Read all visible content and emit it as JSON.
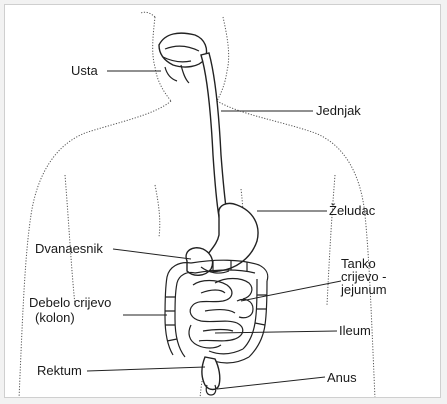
{
  "labels": {
    "usta": "Usta",
    "jednjak": "Jednjak",
    "zeludac": "Želudac",
    "dvanaesnik": "Dvanaesnik",
    "tanko_line1": "Tanko",
    "tanko_line2": "crijevo -",
    "tanko_line3": "jejunum",
    "debelo_line1": "Debelo crijevo",
    "debelo_line2": "(kolon)",
    "ileum": "Ileum",
    "rektum": "Rektum",
    "anus": "Anus"
  },
  "colors": {
    "line": "#222222",
    "text": "#1a1a1a",
    "background": "#ffffff"
  }
}
